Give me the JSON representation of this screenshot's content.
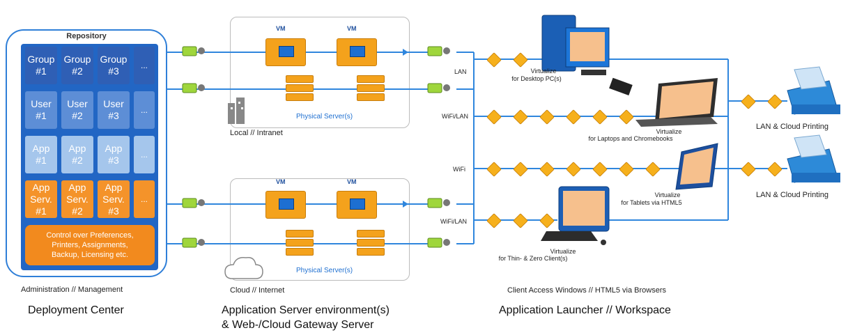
{
  "colors": {
    "accent_blue": "#2f86dd",
    "repo_blue": "#2266c4",
    "orange": "#f28a1e"
  },
  "repository": {
    "title": "Repository",
    "rows": [
      {
        "color": "#2f5fb5",
        "cells": [
          "Group\n#1",
          "Group\n#2",
          "Group\n#3",
          "..."
        ]
      },
      {
        "color": "#5d8ed6",
        "cells": [
          "User\n#1",
          "User\n#2",
          "User\n#3",
          "..."
        ]
      },
      {
        "color": "#a5c6ec",
        "cells": [
          "App\n#1",
          "App\n#2",
          "App\n#3",
          "..."
        ]
      },
      {
        "color": "#f4932a",
        "cells": [
          "App\nServ.\n#1",
          "App\nServ.\n#2",
          "App\nServ.\n#3",
          "..."
        ]
      }
    ],
    "control": "Control over Preferences,\nPrinters, Assignments,\nBackup, Licensing etc."
  },
  "labels": {
    "admin": "Administration // Management",
    "deployment": "Deployment Center",
    "local": "Local // Intranet",
    "cloud": "Cloud // Internet",
    "vm": "VM",
    "physical": "Physical Server(s)",
    "app_server_1": "Application Server environment(s)",
    "app_server_2": "& Web-/Cloud Gateway Server",
    "lan": "LAN",
    "wifilan": "WiFi/LAN",
    "wifi": "WiFi",
    "client_access": "Client Access Windows // HTML5 via Browsers",
    "launcher": "Application Launcher // Workspace",
    "v_desktop_1": "Virtualize",
    "v_desktop_2": "for Desktop PC(s)",
    "v_laptop_1": "Virtualize",
    "v_laptop_2": "for Laptops and Chromebooks",
    "v_tablet_1": "Virtualize",
    "v_tablet_2": "for Tablets via HTML5",
    "v_thin_1": "Virtualize",
    "v_thin_2": "for Thin- & Zero Client(s)",
    "printing": "LAN & Cloud Printing"
  },
  "icons": [
    "key-icon",
    "vm-icon",
    "server-icon",
    "building-icon",
    "cloud-icon",
    "cube-icon",
    "desktop-pc-icon",
    "laptop-icon",
    "tablet-icon",
    "thin-client-icon",
    "printer-icon"
  ]
}
